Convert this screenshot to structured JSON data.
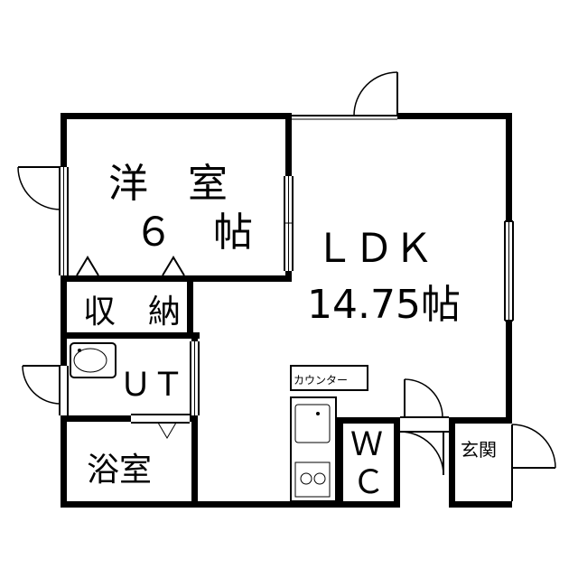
{
  "rooms": {
    "western_room": {
      "name": "洋　室",
      "size": "６　帖"
    },
    "ldk": {
      "name": "ＬＤＫ",
      "size": "14.75帖"
    },
    "storage": {
      "name": "収　納"
    },
    "utility": {
      "name": "ＵＴ"
    },
    "bathroom": {
      "name": "浴室"
    },
    "toilet": {
      "name_top": "Ｗ",
      "name_bottom": "Ｃ"
    },
    "entrance": {
      "name": "玄関"
    }
  },
  "fixtures": {
    "counter_label": "カウンター"
  }
}
